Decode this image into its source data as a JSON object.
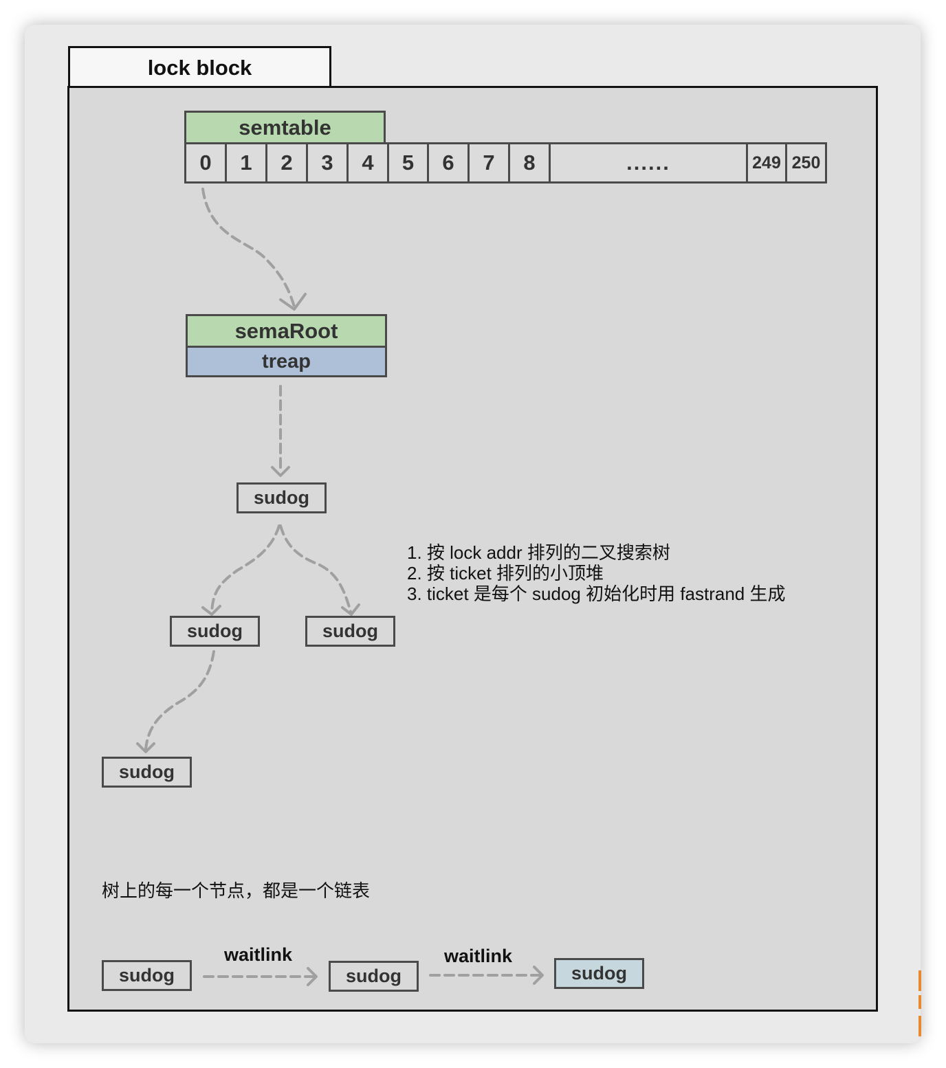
{
  "frame_title": "lock block",
  "semtable": {
    "header": "semtable",
    "cells": [
      "0",
      "1",
      "2",
      "3",
      "4",
      "5",
      "6",
      "7",
      "8",
      "......",
      "249",
      "250"
    ]
  },
  "semaroot": {
    "header": "semaRoot",
    "body": "treap"
  },
  "tree": {
    "root": "sudog",
    "left": "sudog",
    "right": "sudog",
    "left_left": "sudog"
  },
  "notes": [
    "1. 按 lock addr 排列的二叉搜索树",
    "2. 按 ticket 排列的小顶堆",
    "3. ticket 是每个 sudog 初始化时用 fastrand 生成"
  ],
  "caption": "树上的每一个节点，都是一个链表",
  "linked_list": {
    "nodes": [
      "sudog",
      "sudog",
      "sudog"
    ],
    "links": [
      "waitlink",
      "waitlink"
    ]
  },
  "colors": {
    "header_green": "#b8d9b0",
    "treap_blue": "#aec0d8",
    "last_node_blue": "#c6d8de",
    "accent_orange": "#e8892e",
    "arrow_gray": "#a0a0a0"
  }
}
